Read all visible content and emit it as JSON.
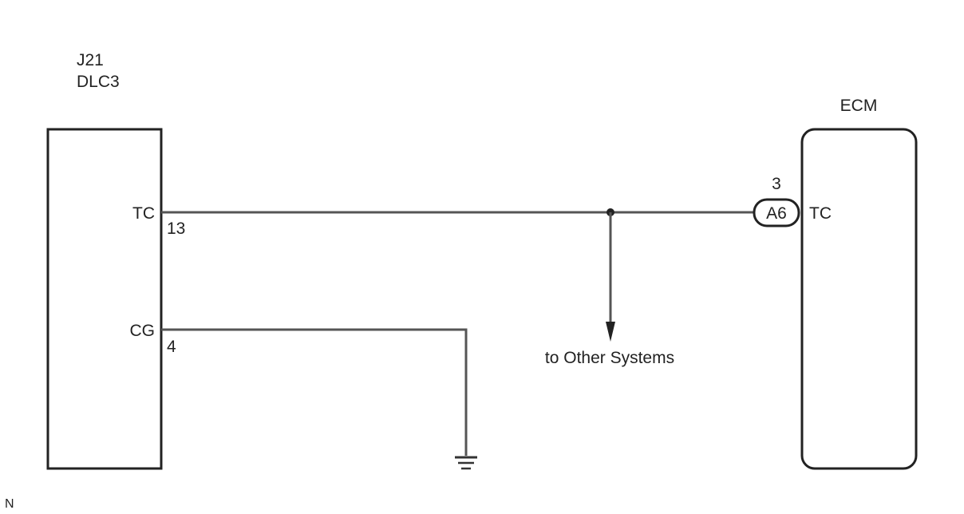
{
  "dlc3": {
    "code": "J21",
    "name": "DLC3",
    "pins": [
      {
        "name": "TC",
        "number": "13"
      },
      {
        "name": "CG",
        "number": "4"
      }
    ]
  },
  "ecm": {
    "name": "ECM",
    "pin_name": "TC",
    "pin_number": "3",
    "connector": "A6"
  },
  "branch_label": "to Other Systems",
  "corner_mark": "N",
  "colors": {
    "wire": "#555555",
    "outline": "#222222",
    "text": "#222222"
  }
}
